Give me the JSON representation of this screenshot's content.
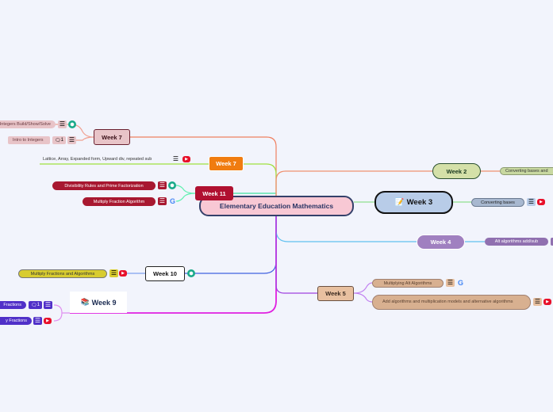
{
  "center": {
    "title": "Elementary Education Mathematics"
  },
  "nodes": {
    "week7a": {
      "label": "Week 7",
      "children": [
        "Integers Build/Show/Solve",
        "Intro to Integers"
      ],
      "comment_count": "1"
    },
    "week7b": {
      "label": "Week 7",
      "children": [
        "Lattice, Array, Expanded form, Upward div, repeated sub"
      ]
    },
    "week11": {
      "label": "Week 11",
      "children": [
        "Divisibility Rules and Prime Factorization",
        "Multiply Fraction Algorithm"
      ]
    },
    "week10": {
      "label": "Week 10",
      "children": [
        "Multiply Fractions and Algorithms"
      ]
    },
    "week9": {
      "label": "Week 9",
      "emoji": "📚",
      "children": [
        "Fractions",
        "y Fractions"
      ],
      "comment_count": "1"
    },
    "week2": {
      "label": "Week 2",
      "children": [
        "Converting bases and"
      ]
    },
    "week3": {
      "label": "Week 3",
      "emoji": "📝",
      "children": [
        "Converting bases"
      ]
    },
    "week4": {
      "label": "Week 4",
      "children": [
        "Alt algorithms add/sub"
      ]
    },
    "week5": {
      "label": "Week 5",
      "children": [
        "Multiplying Alt Algorithms",
        "Add algorithms and multiplication models and alternative algorithms"
      ]
    }
  },
  "icons": {
    "note": "☰",
    "youtube": "▶",
    "google": "G",
    "learn": "⬢",
    "comment": "🗨"
  },
  "colors": {
    "center": "#f8c8d4",
    "week7a": "#e8c4c8",
    "week7b": "#f07c10",
    "week11": "#b01030",
    "week10": "#ffffff",
    "week2": "#d4e0a8",
    "week3": "#b8cce8",
    "week4": "#a080c0",
    "week5": "#e8c0a0"
  }
}
